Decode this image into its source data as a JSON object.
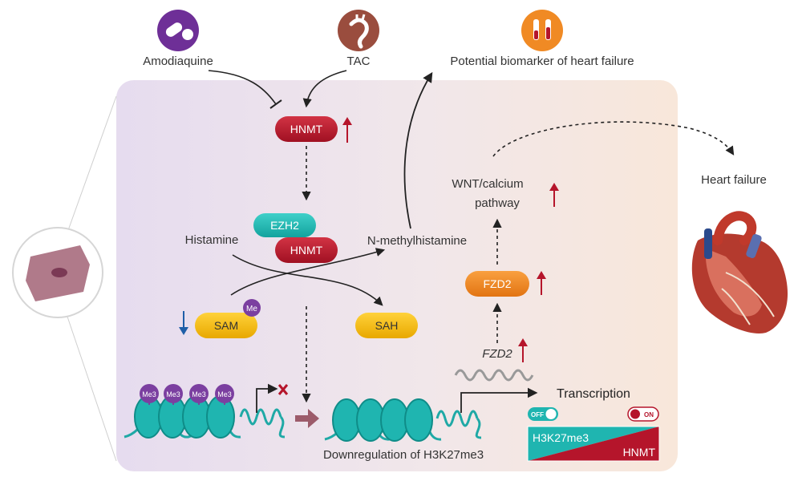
{
  "labels": {
    "amodiaquine": "Amodiaquine",
    "tac": "TAC",
    "biomarker": "Potential biomarker of heart failure",
    "heart_failure": "Heart failure",
    "wnt_line1": "WNT/calcium",
    "wnt_line2": "pathway",
    "histamine": "Histamine",
    "n_methylhistamine": "N-methylhistamine",
    "downregulation": "Downregulation of H3K27me3",
    "transcription": "Transcription",
    "fzd2_gene": "FZD2"
  },
  "pills": {
    "hnmt_top": "HNMT",
    "ezh2": "EZH2",
    "hnmt_complex": "HNMT",
    "sam": "SAM",
    "me": "Me",
    "sah": "SAH",
    "fzd2": "FZD2"
  },
  "histone_marks": [
    "Me3",
    "Me3",
    "Me3",
    "Me3"
  ],
  "switch": {
    "off_label": "OFF",
    "on_label": "ON",
    "left_label": "H3K27me3",
    "right_label": "HNMT"
  },
  "colors": {
    "hnmt": "#b5152b",
    "ezh2": "#1fb5b0",
    "sam": "#f2b705",
    "fzd2": "#f08a24",
    "me_badge": "#7b3fa0",
    "up_arrow": "#b5152b",
    "down_arrow": "#1f5fa8",
    "dna": "#1fa9a6"
  }
}
